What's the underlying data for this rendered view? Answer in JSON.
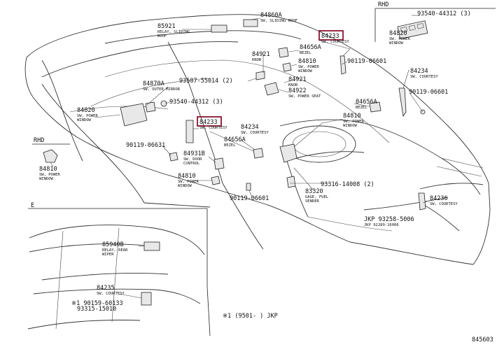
{
  "diagram_id": "845603",
  "region_labels": {
    "rhd_top": "RHD",
    "rhd_left": "RHD",
    "inset_e": "E"
  },
  "footnote": "※1 (9501-    ) JKP",
  "labels": [
    {
      "key": "p85921",
      "part": "85921",
      "desc": [
        "RELAY, SLIDING",
        "ROOF"
      ]
    },
    {
      "key": "p84860a",
      "part": "84860A",
      "desc": [
        "SW, SLIDING ROOF"
      ]
    },
    {
      "key": "p84233t",
      "part": "84233",
      "desc": [
        "SW, COURTESY"
      ],
      "highlight": true
    },
    {
      "key": "p93540t",
      "part": "93540-44312 (3)",
      "desc": []
    },
    {
      "key": "p84820t",
      "part": "84820",
      "desc": [
        "SW, POWER",
        "WINDOW"
      ]
    },
    {
      "key": "p84921a",
      "part": "84921",
      "desc": [
        "KNOB"
      ]
    },
    {
      "key": "p84656a1",
      "part": "84656A",
      "desc": [
        "BEZEL"
      ]
    },
    {
      "key": "p84810a",
      "part": "84810",
      "desc": [
        "SW, POWER",
        "WINDOW"
      ]
    },
    {
      "key": "p90119a",
      "part": "90119-06601",
      "desc": []
    },
    {
      "key": "p84234a",
      "part": "84234",
      "desc": [
        "SW, COURTESY"
      ]
    },
    {
      "key": "p84870a",
      "part": "84870A",
      "desc": [
        "SW, OUTER MIRROR"
      ]
    },
    {
      "key": "p93587",
      "part": "93587-55014 (2)",
      "desc": []
    },
    {
      "key": "p84921b",
      "part": "84921",
      "desc": [
        "KNOB"
      ]
    },
    {
      "key": "p84922",
      "part": "84922",
      "desc": [
        "SW, POWER SEAT"
      ]
    },
    {
      "key": "p90119b",
      "part": "90119-06601",
      "desc": []
    },
    {
      "key": "p93540m",
      "part": "93540-44312 (3)",
      "desc": []
    },
    {
      "key": "p84656a2",
      "part": "84656A",
      "desc": [
        "BEZEL"
      ]
    },
    {
      "key": "p84820l",
      "part": "84820",
      "desc": [
        "SW, POWER",
        "WINDOW"
      ]
    },
    {
      "key": "p84233m",
      "part": "84233",
      "desc": [
        "SW, COURTESY"
      ],
      "highlight": true
    },
    {
      "key": "p84810b",
      "part": "84810",
      "desc": [
        "SW, POWER",
        "WINDOW"
      ]
    },
    {
      "key": "p84234b",
      "part": "84234",
      "desc": [
        "SW, COURTESY"
      ]
    },
    {
      "key": "p84656a3",
      "part": "84656A",
      "desc": [
        "BEZEL"
      ]
    },
    {
      "key": "p90119c",
      "part": "90119-06631",
      "desc": []
    },
    {
      "key": "p84931b",
      "part": "84931B",
      "desc": [
        "SW, DOOR",
        "CONTROL"
      ]
    },
    {
      "key": "p84810r",
      "part": "84810",
      "desc": [
        "SW, POWER",
        "WINDOW"
      ]
    },
    {
      "key": "p84810c",
      "part": "84810",
      "desc": [
        "SW, POWER",
        "WINDOW"
      ]
    },
    {
      "key": "p90119d",
      "part": "90119-06601",
      "desc": []
    },
    {
      "key": "p93316",
      "part": "93316-14008 (2)",
      "desc": []
    },
    {
      "key": "p83320",
      "part": "83320",
      "desc": [
        "GAGE, FUEL",
        "SENDER"
      ]
    },
    {
      "key": "p84236",
      "part": "84236",
      "desc": [
        "SW, COURTESY"
      ]
    },
    {
      "key": "pjkp",
      "part": "JKP 93258-5006",
      "desc": [
        "JKP 92289-16006"
      ]
    },
    {
      "key": "p85940b",
      "part": "85940B",
      "desc": [
        "RELAY, REAR",
        "WIPER"
      ]
    },
    {
      "key": "p84235",
      "part": "84235",
      "desc": [
        "SW, COURTESY"
      ]
    },
    {
      "key": "p90159",
      "part": "※1 90159-60133",
      "desc": []
    },
    {
      "key": "p93315",
      "part": "93315-15010",
      "desc": []
    }
  ]
}
